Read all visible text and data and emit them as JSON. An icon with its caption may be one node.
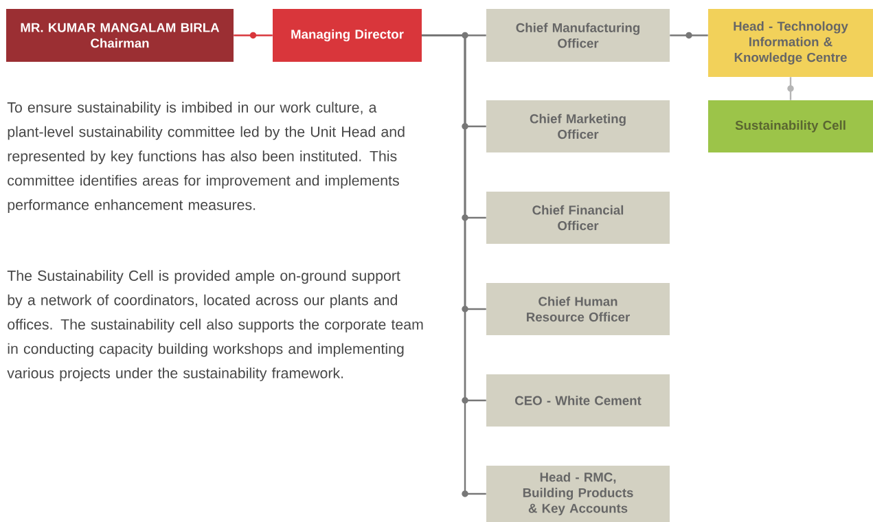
{
  "diagram": {
    "nodes": [
      {
        "text": [
          "MR. KUMAR MANGALAM BIRLA",
          "Chairman"
        ]
      },
      {
        "text": [
          "Managing Director"
        ]
      },
      {
        "text": [
          "Chief Manufacturing Officer"
        ]
      },
      {
        "text": [
          "Chief Marketing Officer"
        ]
      },
      {
        "text": [
          "Chief Financial Officer"
        ]
      },
      {
        "text": [
          "Chief Human Resource Officer"
        ]
      },
      {
        "text": [
          "CEO - White Cement"
        ]
      },
      {
        "text": [
          "Head - RMC, Building Products & Key Accounts"
        ]
      },
      {
        "text": [
          "Head - Technology Information & Knowledge Centre"
        ]
      },
      {
        "text": [
          "Sustainability Cell"
        ]
      }
    ],
    "edges": [
      {
        "from": 0,
        "to": 1,
        "arrow": "none",
        "color": "#d9363b"
      },
      {
        "from": 1,
        "to": 2,
        "arrow": "none"
      },
      {
        "from": 1,
        "to": 3,
        "arrow": "none"
      },
      {
        "from": 1,
        "to": 4,
        "arrow": "none"
      },
      {
        "from": 1,
        "to": 5,
        "arrow": "none"
      },
      {
        "from": 1,
        "to": 6,
        "arrow": "none"
      },
      {
        "from": 1,
        "to": 7,
        "arrow": "none"
      },
      {
        "from": 2,
        "to": 8,
        "arrow": "none"
      },
      {
        "from": 8,
        "to": 9,
        "arrow": "none",
        "color": "#b5b5b5"
      }
    ],
    "labels": [
      "To ensure sustainability is imbibed in our work culture, a plant-level sustainability committee led by the Unit Head and represented by key functions has also been instituted. This committee identifies areas for improvement and implements performance enhancement measures.",
      "The Sustainability Cell is provided ample on-ground support by a network of coordinators, located across our plants and offices. The sustainability cell also supports the corporate team in conducting capacity building workshops and implementing various projects under the sustainability framework."
    ]
  }
}
